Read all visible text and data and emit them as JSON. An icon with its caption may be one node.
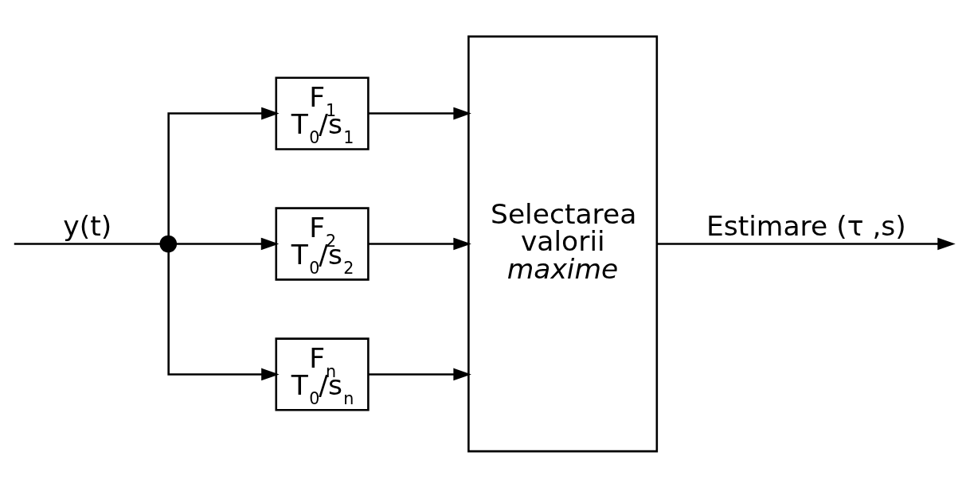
{
  "diagram": {
    "nodes": [
      {
        "text": [],
        "shape": "circle"
      },
      {
        "text": [
          "F$_{1}$",
          "T$_{0}$/s$_{1}$"
        ]
      },
      {
        "text": [
          "F$_{2}$",
          "T$_{0}$/s$_{2}$"
        ]
      },
      {
        "text": [
          "F$_{n}$",
          "T$_{0}$/s$_{n}$"
        ]
      },
      {
        "text": [
          "Selectarea valorii *maxime*"
        ]
      }
    ],
    "edges": [
      {
        "from": null,
        "to": 0,
        "arrow": "none",
        "label": "y(t)"
      },
      {
        "from": 0,
        "to": 1,
        "arrow": "to"
      },
      {
        "from": 0,
        "to": 2,
        "arrow": "to"
      },
      {
        "from": 0,
        "to": 3,
        "arrow": "to"
      },
      {
        "from": 1,
        "to": 4,
        "arrow": "to"
      },
      {
        "from": 2,
        "to": 4,
        "arrow": "to"
      },
      {
        "from": 3,
        "to": 4,
        "arrow": "to"
      },
      {
        "from": 4,
        "to": null,
        "arrow": "to",
        "label": "Estimare (τ ,s)"
      }
    ]
  }
}
